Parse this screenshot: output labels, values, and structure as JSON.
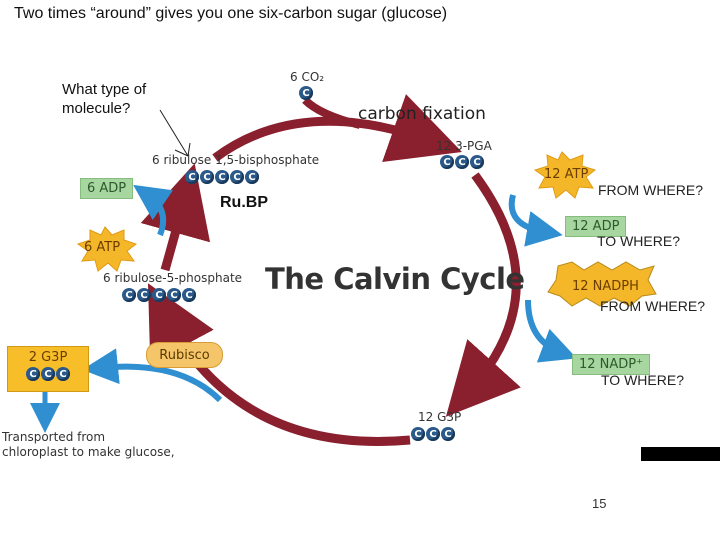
{
  "title": "Two times “around” gives you one six-carbon sugar (glucose)",
  "question": {
    "line1": "What type of",
    "line2": "molecule?"
  },
  "co2": {
    "label": "6 CO₂",
    "carbon": "C"
  },
  "carbon_fixation": "carbon fixation",
  "pga": {
    "label": "12 3-PGA",
    "carbons": [
      "C",
      "C",
      "C"
    ]
  },
  "rubp_top": {
    "label": "6 ribulose 1,5-bisphosphate",
    "carbons": [
      "C",
      "C",
      "C",
      "C",
      "C"
    ],
    "short": "Ru.BP"
  },
  "adp_left": "6 ADP",
  "atp_left": "6 ATP",
  "r5p": {
    "label": "6 ribulose-5-phosphate",
    "carbons": [
      "C",
      "C",
      "C",
      "C",
      "C"
    ]
  },
  "cycle_title": "The Calvin Cycle",
  "rubisco": "Rubisco",
  "g3p_out": {
    "label": "2 G3P",
    "carbons": [
      "C",
      "C",
      "C"
    ]
  },
  "transported": {
    "line1": "Transported from",
    "line2": "chloroplast to make glucose,"
  },
  "g3p_bottom": {
    "label": "12 G3P",
    "carbons": [
      "C",
      "C",
      "C"
    ]
  },
  "atp_right": {
    "label": "12 ATP",
    "question": "FROM WHERE?"
  },
  "adp_right": {
    "label": "12 ADP",
    "question": "TO WHERE?"
  },
  "nadph": {
    "label": "12 NADPH",
    "question": "FROM WHERE?"
  },
  "nadp": {
    "label": "12 NADP⁺",
    "question": "TO WHERE?"
  },
  "page_number": "15",
  "colors": {
    "cycle_arrow": "#8a1f2e",
    "side_arrow": "#2f8fd0",
    "carbon": "#2b5a8a",
    "atp_star": "#f5b72a",
    "adp_box": "#a7d6a0"
  }
}
